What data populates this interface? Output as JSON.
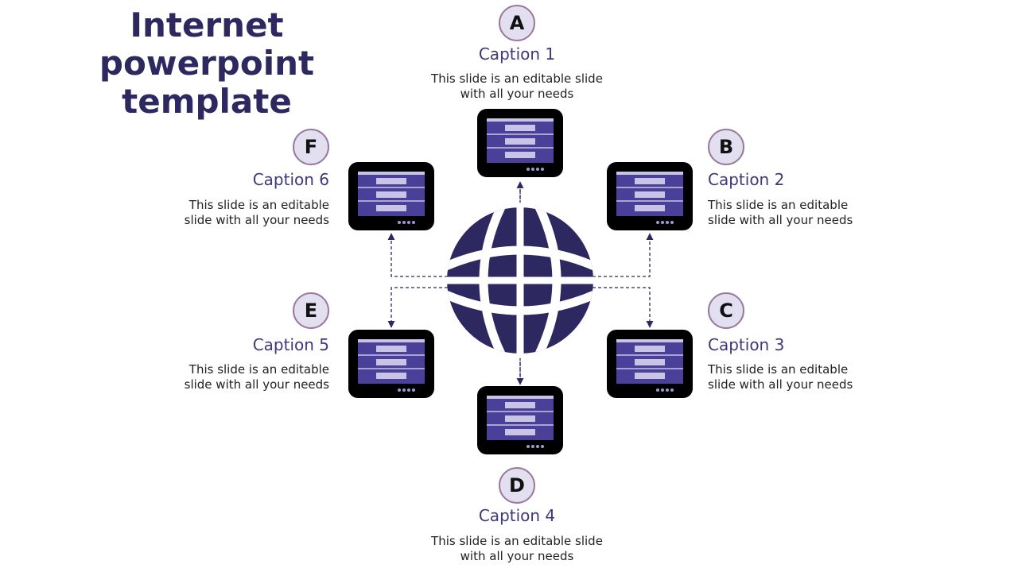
{
  "title": "Internet powerpoint template",
  "colors": {
    "primary": "#2d2860",
    "tablet_screen": "#4a3f99",
    "tablet_bar": "#c9c4e6",
    "badge_fill": "#e2dff0",
    "badge_border": "#9a7a9a"
  },
  "icons": {
    "center": "globe-icon",
    "device": "tablet-icon"
  },
  "items": [
    {
      "letter": "A",
      "caption": "Caption 1",
      "text": "This slide is an editable slide with all your needs"
    },
    {
      "letter": "B",
      "caption": "Caption 2",
      "text": "This slide is an editable slide with all your needs"
    },
    {
      "letter": "C",
      "caption": "Caption 3",
      "text": "This slide is an editable slide with all your needs"
    },
    {
      "letter": "D",
      "caption": "Caption 4",
      "text": "This slide is an editable slide with all your needs"
    },
    {
      "letter": "E",
      "caption": "Caption 5",
      "text": "This slide is an editable slide with all your needs"
    },
    {
      "letter": "F",
      "caption": "Caption 6",
      "text": "This slide is an editable slide with all your needs"
    }
  ]
}
